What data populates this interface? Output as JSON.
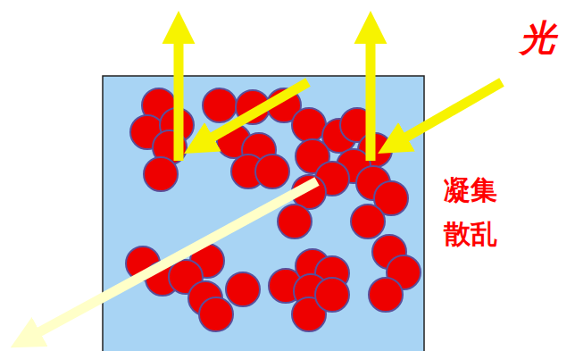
{
  "diagram": {
    "labels": [
      "光",
      "凝集",
      "散乱"
    ]
  }
}
